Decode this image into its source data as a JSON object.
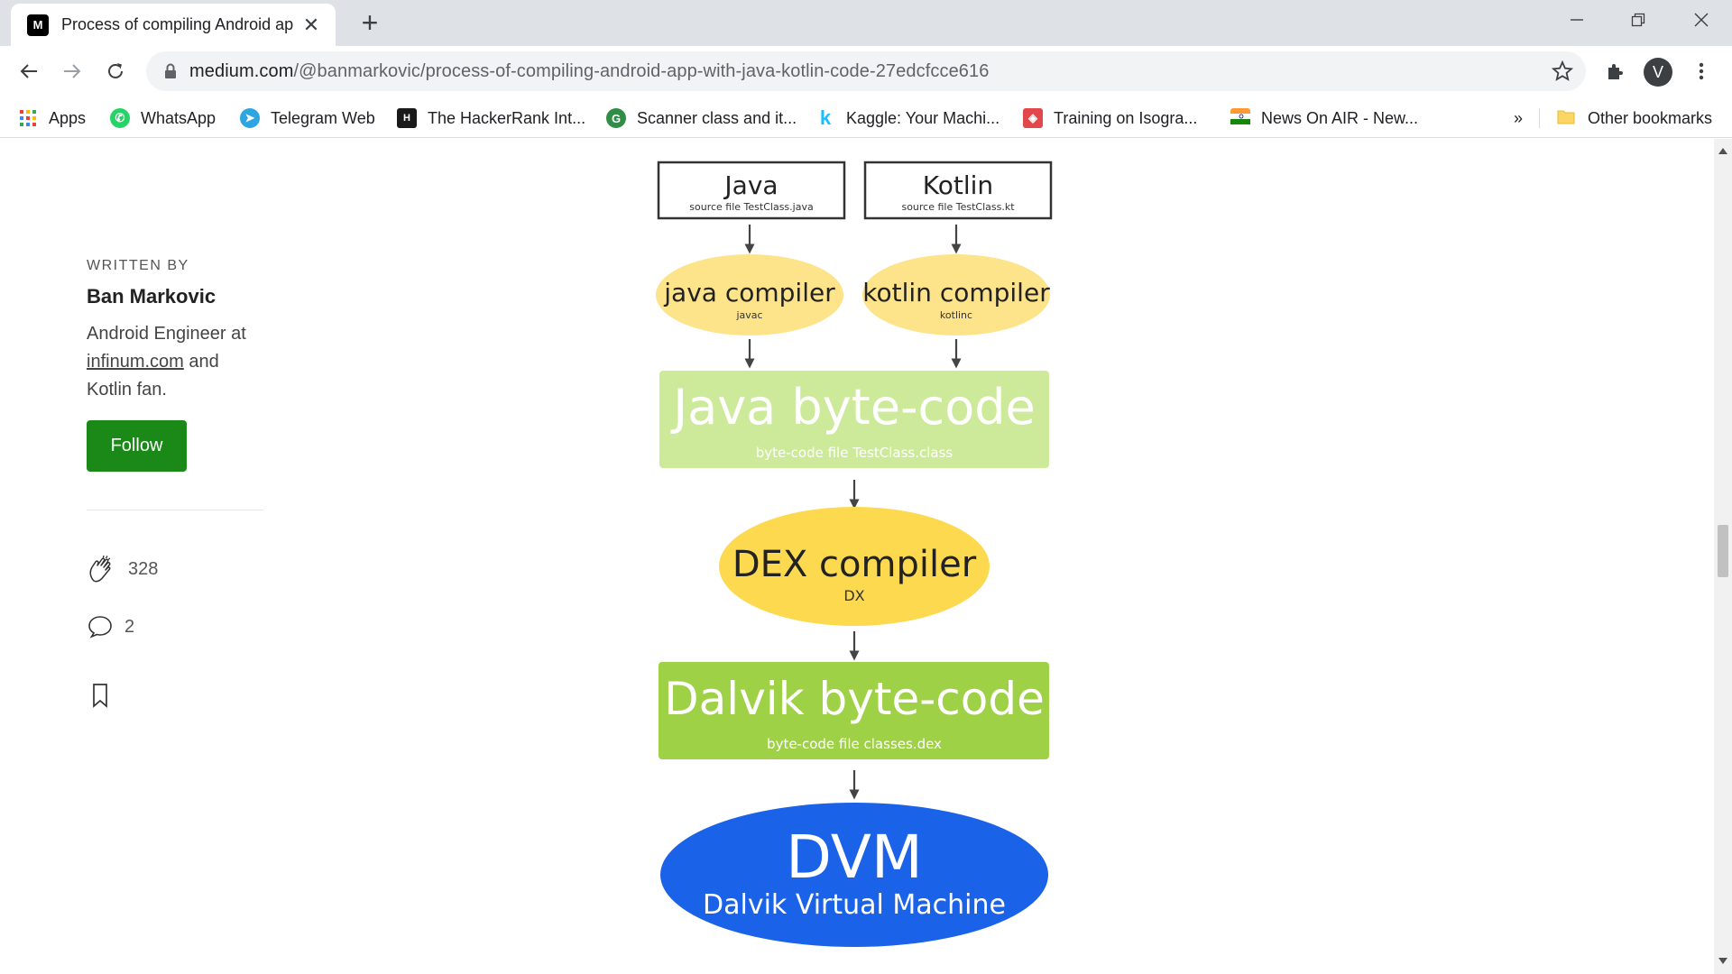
{
  "browser": {
    "tab_title": "Process of compiling Android ap",
    "tab_favicon_text": "M",
    "url_host": "medium.com",
    "url_path": "/@banmarkovic/process-of-compiling-android-app-with-java-kotlin-code-27edcfcce616",
    "profile_initial": "V",
    "bookmarks": [
      {
        "label": "Apps",
        "icon": "apps-grid-icon"
      },
      {
        "label": "WhatsApp",
        "icon": "whatsapp-icon",
        "color": "#25d366"
      },
      {
        "label": "Telegram Web",
        "icon": "telegram-icon",
        "color": "#2ca5e0"
      },
      {
        "label": "The HackerRank Int...",
        "icon": "hackerrank-icon",
        "color": "#1a1a1a"
      },
      {
        "label": "Scanner class and it...",
        "icon": "scanner-icon",
        "color": "#2f8d46"
      },
      {
        "label": "Kaggle: Your Machi...",
        "icon": "kaggle-icon",
        "color": "#20beff"
      },
      {
        "label": "Training on Isogra...",
        "icon": "isograd-icon",
        "color": "#e2474b"
      },
      {
        "label": "News On AIR - New...",
        "icon": "india-flag-icon"
      }
    ],
    "overflow_label": "»",
    "other_bookmarks": "Other bookmarks"
  },
  "sidebar": {
    "written_by": "WRITTEN BY",
    "author": "Ban Markovic",
    "bio_line1": "Android Engineer at",
    "bio_link": "infinum.com",
    "bio_after_link": " and",
    "bio_line3": "Kotlin fan.",
    "follow_label": "Follow",
    "claps": "328",
    "responses": "2"
  },
  "diagram": {
    "java_title": "Java",
    "java_sub": "source file TestClass.java",
    "kotlin_title": "Kotlin",
    "kotlin_sub": "source file TestClass.kt",
    "javac_title": "java compiler",
    "javac_sub": "javac",
    "kotlinc_title": "kotlin compiler",
    "kotlinc_sub": "kotlinc",
    "jbc_title": "Java byte-code",
    "jbc_sub": "byte-code file TestClass.class",
    "dex_title": "DEX compiler",
    "dex_sub": "DX",
    "dalvik_title": "Dalvik byte-code",
    "dalvik_sub": "byte-code file classes.dex",
    "dvm_title": "DVM",
    "dvm_sub": "Dalvik Virtual Machine",
    "colors": {
      "box_border": "#333333",
      "compiler_fill": "#fde38a",
      "java_bytecode_fill": "#cdea9b",
      "dex_fill": "#fcd94f",
      "dalvik_fill": "#9fd147",
      "dvm_fill": "#1a62e8"
    }
  }
}
